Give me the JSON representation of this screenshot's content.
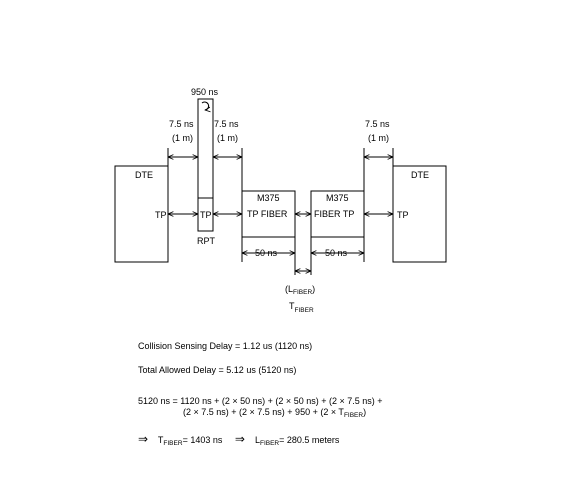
{
  "boxes": {
    "dte_left": "DTE",
    "dte_right": "DTE",
    "m375_left": "M375",
    "m375_right": "M375",
    "tp_fiber": "TP FIBER",
    "fiber_tp": "FIBER  TP"
  },
  "labels": {
    "tp": "TP",
    "rpt": "RPT",
    "rpt_delay": "950 ns",
    "cable_delay": "7.5 ns",
    "cable_length": "(1 m)",
    "m375_delay": "50 ns",
    "l_fiber_base": "(L",
    "l_fiber_sub": "FIBER",
    "l_fiber_close": ")",
    "t_fiber_base": "T",
    "t_fiber_sub": "FIBER"
  },
  "equations": {
    "collision": "Collision Sensing Delay = 1.12 us (1120 ns)",
    "total": "Total Allowed Delay = 5.12 us (5120 ns)",
    "sum_line1": "5120 ns = 1120 ns + (2 × 50 ns) + (2 × 50 ns) + (2 × 7.5 ns) +",
    "sum_line2_a": "(2 × 7.5 ns) + (2 × 7.5 ns) + 950 + (2 × T",
    "sum_line2_sub": "FIBER",
    "sum_line2_b": ")",
    "implies": "⇒",
    "t_fiber_base": "T",
    "t_fiber_sub": "FIBER",
    "t_fiber_value": "= 1403 ns",
    "l_fiber_base": "L",
    "l_fiber_sub": "FIBER",
    "l_fiber_value": "= 280.5 meters"
  }
}
